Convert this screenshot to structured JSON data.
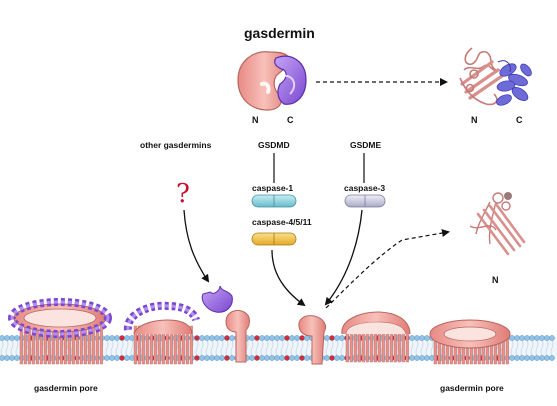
{
  "title": "gasdermin",
  "domain_labels": {
    "n": "N",
    "c": "C"
  },
  "structure_labels": {
    "top_n": "N",
    "top_c": "C",
    "bottom_n": "N"
  },
  "pathways": {
    "other": {
      "label": "other gasdermins",
      "unknown_mark": "?"
    },
    "gsdmd": {
      "label": "GSDMD",
      "caspase_a": "caspase-1",
      "caspase_b": "caspase-4/5/11"
    },
    "gsdme": {
      "label": "GSDME",
      "caspase": "caspase-3"
    }
  },
  "pore_labels": {
    "left": "gasdermin pore",
    "right": "gasdermin pore"
  },
  "colors": {
    "n_domain": "#f3a6a0",
    "c_domain": "#9b6be0",
    "caspase_1": "#8fd3de",
    "caspase_4_5_11": "#f3c34a",
    "caspase_3": "#c9c9e0",
    "unknown_mark": "#c8102e",
    "membrane_head_blue": "#8fc3e8",
    "membrane_head_red": "#d42a3a"
  }
}
